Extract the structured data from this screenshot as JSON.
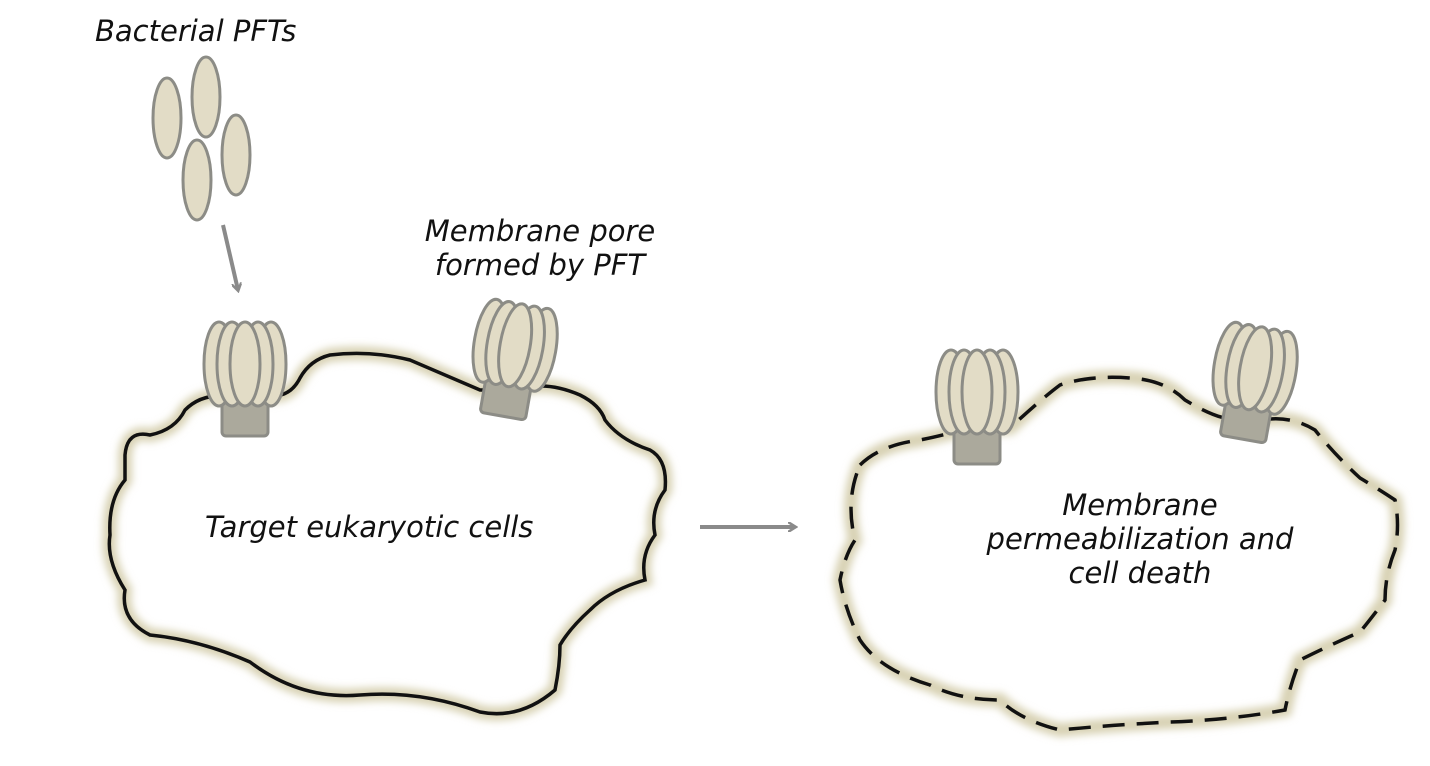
{
  "labels": {
    "bacterial_pfts": "Bacterial PFTs",
    "pore_line1": "Membrane pore",
    "pore_line2": "formed by PFT",
    "target_cells": "Target eukaryotic cells",
    "death_line1": "Membrane",
    "death_line2": "permeabilization and",
    "death_line3": "cell death"
  },
  "colors": {
    "toxin_fill": "#e2dcc6",
    "toxin_stroke": "#8c8c86",
    "stem_fill": "#aba99c",
    "membrane": "#111111",
    "membrane_glow": "#d8d2b4",
    "arrow": "#8a8a8a"
  },
  "icons": {
    "arrow": "arrow-icon",
    "pore": "pore-icon",
    "toxin": "toxin-monomer-icon"
  }
}
